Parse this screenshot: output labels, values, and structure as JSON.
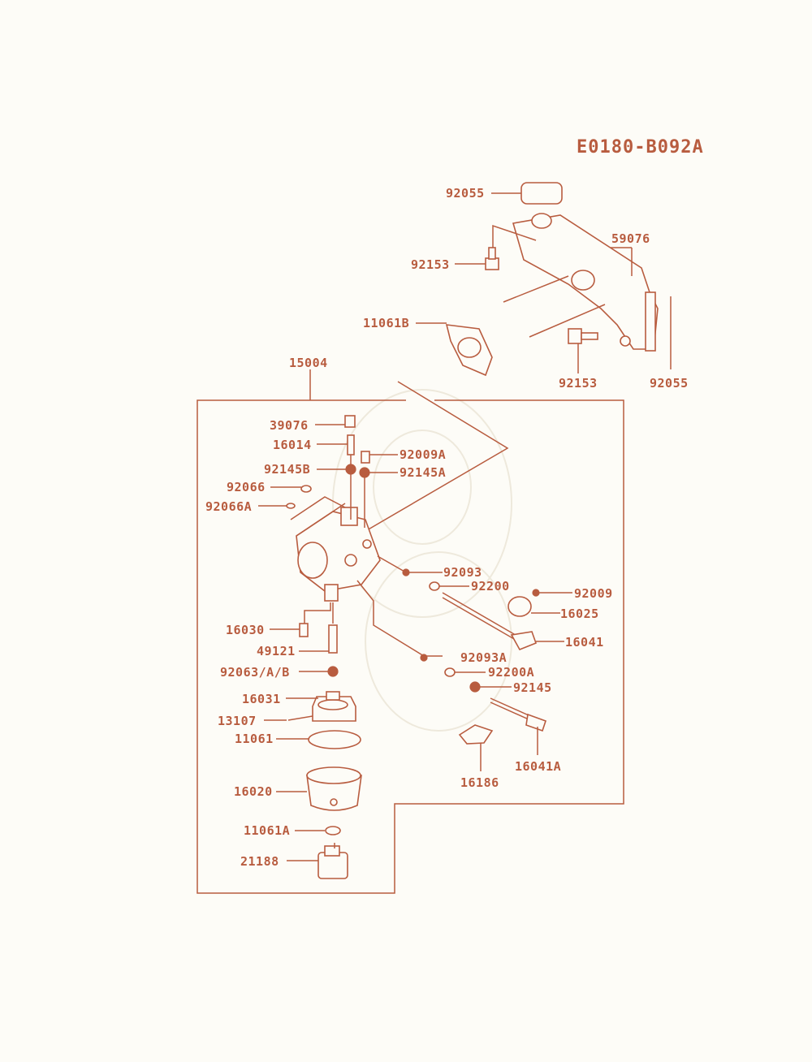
{
  "diagram_code": "E0180-B092A",
  "colors": {
    "line": "#b85c3f",
    "background": "#fdfcf7"
  },
  "parts": {
    "p92055_top": "92055",
    "p59076": "59076",
    "p92153_left": "92153",
    "p11061B": "11061B",
    "p92153_right": "92153",
    "p92055_right": "92055",
    "p15004": "15004",
    "p39076": "39076",
    "p16014": "16014",
    "p92009A": "92009A",
    "p92145B": "92145B",
    "p92145A": "92145A",
    "p92066": "92066",
    "p92066A": "92066A",
    "p92093": "92093",
    "p92200": "92200",
    "p92009": "92009",
    "p16025": "16025",
    "p16041": "16041",
    "p16030": "16030",
    "p49121": "49121",
    "p92093A": "92093A",
    "p92063AB": "92063/A/B",
    "p92200A": "92200A",
    "p92145": "92145",
    "p16031": "16031",
    "p13107": "13107",
    "p11061": "11061",
    "p16186": "16186",
    "p16041A": "16041A",
    "p16020": "16020",
    "p11061A": "11061A",
    "p21188": "21188"
  }
}
